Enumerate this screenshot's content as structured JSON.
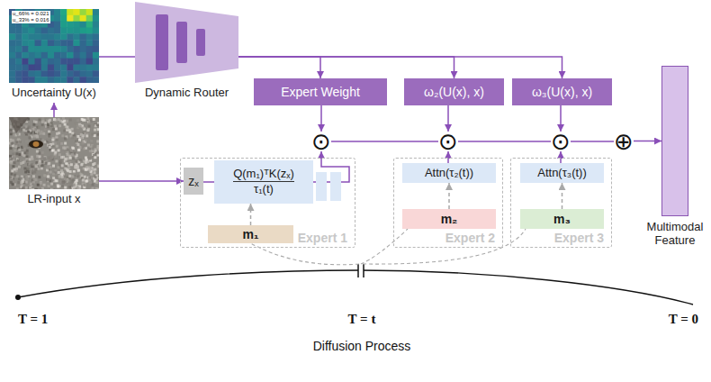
{
  "diagram": {
    "nodes": [
      {
        "text": [
          "Uncertainty U(x)"
        ]
      },
      {
        "text": [
          "Dynamic Router"
        ]
      },
      {
        "text": [
          "LR-input x"
        ]
      },
      {
        "text": [
          "Expert Weight"
        ]
      },
      {
        "text": [
          "ω₂(U(x), x)"
        ]
      },
      {
        "text": [
          "ω₃(U(x), x)"
        ]
      },
      {
        "text": [
          "⊙"
        ]
      },
      {
        "text": [
          "⊙"
        ]
      },
      {
        "text": [
          "⊙"
        ]
      },
      {
        "text": [
          "⊕"
        ]
      },
      {
        "text": [
          "Multimodal Feature"
        ]
      },
      {
        "text": [
          "Expert 1"
        ]
      },
      {
        "text": [
          "zₓ"
        ],
        "in": 11
      },
      {
        "text": [
          "Q(m₁)ᵀK(zₓ)",
          "τ₁(t)"
        ],
        "in": 11
      },
      {
        "text": [
          "m₁"
        ],
        "in": 11
      },
      {
        "text": [
          "Expert 2"
        ]
      },
      {
        "text": [
          "Attn(τ₂(t))"
        ],
        "in": 15
      },
      {
        "text": [
          "m₂"
        ],
        "in": 15
      },
      {
        "text": [
          "Expert 3"
        ]
      },
      {
        "text": [
          "Attn(τ₃(t))"
        ],
        "in": 18
      },
      {
        "text": [
          "m₃"
        ],
        "in": 18
      }
    ],
    "edges": [
      {
        "from": 2,
        "to": 0,
        "arrow": "to"
      },
      {
        "from": 0,
        "to": 1,
        "arrow": "none"
      },
      {
        "from": 1,
        "to": 3,
        "arrow": "to"
      },
      {
        "from": 1,
        "to": 4,
        "arrow": "to"
      },
      {
        "from": 1,
        "to": 5,
        "arrow": "to"
      },
      {
        "from": 3,
        "to": 6,
        "arrow": "to"
      },
      {
        "from": 4,
        "to": 7,
        "arrow": "to"
      },
      {
        "from": 5,
        "to": 8,
        "arrow": "to"
      },
      {
        "from": 2,
        "to": 12,
        "arrow": "to"
      },
      {
        "from": 12,
        "to": 13,
        "arrow": "none"
      },
      {
        "from": 13,
        "to": 6,
        "arrow": "to"
      },
      {
        "from": 14,
        "to": 13,
        "arrow": "to"
      },
      {
        "from": 16,
        "to": 7,
        "arrow": "to"
      },
      {
        "from": 17,
        "to": 16,
        "arrow": "to"
      },
      {
        "from": 19,
        "to": 8,
        "arrow": "to"
      },
      {
        "from": 20,
        "to": 19,
        "arrow": "to"
      },
      {
        "from": 6,
        "to": 7,
        "arrow": "none"
      },
      {
        "from": 7,
        "to": 8,
        "arrow": "none"
      },
      {
        "from": 8,
        "to": 9,
        "arrow": "none"
      },
      {
        "from": 9,
        "to": 10,
        "arrow": "to"
      }
    ],
    "labels": [
      "u_66% = 0.021",
      "u_33% = 0.016",
      "T = 1",
      "T = t",
      "T = 0",
      "Diffusion Process"
    ]
  }
}
